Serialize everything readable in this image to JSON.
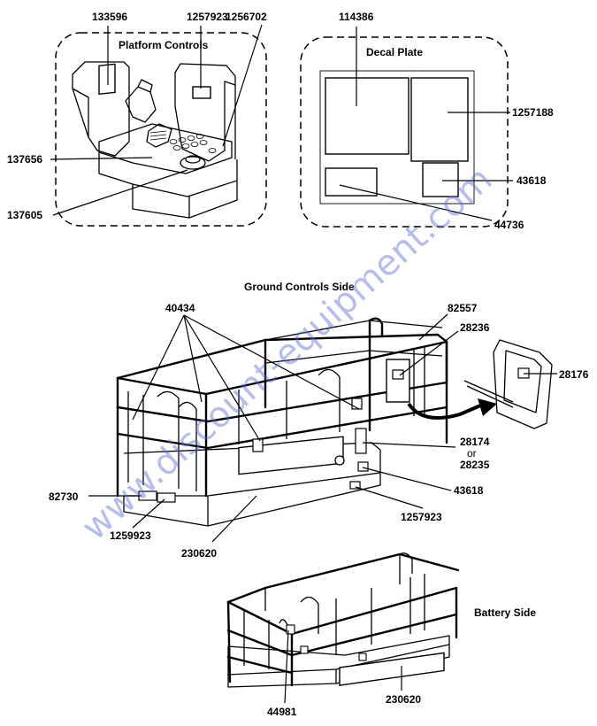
{
  "platform_controls": {
    "title": "Platform Controls",
    "labels": {
      "p133596": "133596",
      "p1257923": "1257923",
      "p1256702": "1256702",
      "p137656": "137656",
      "p137605": "137605"
    }
  },
  "decal_plate": {
    "title": "Decal Plate",
    "labels": {
      "d114386": "114386",
      "d1257188": "1257188",
      "d43618": "43618",
      "d44736": "44736"
    }
  },
  "ground_controls_side": {
    "title": "Ground Controls Side",
    "labels": {
      "g40434": "40434",
      "g82557": "82557",
      "g28236": "28236",
      "g28176": "28176",
      "g28174": "28174",
      "g_or": "or",
      "g28235": "28235",
      "g43618": "43618",
      "g1257923": "1257923",
      "g82730": "82730",
      "g1259923": "1259923",
      "g230620": "230620"
    }
  },
  "battery_side": {
    "title": "Battery Side",
    "labels": {
      "b44981": "44981",
      "b230620": "230620"
    }
  },
  "watermark": "www.discount-equipment.com"
}
